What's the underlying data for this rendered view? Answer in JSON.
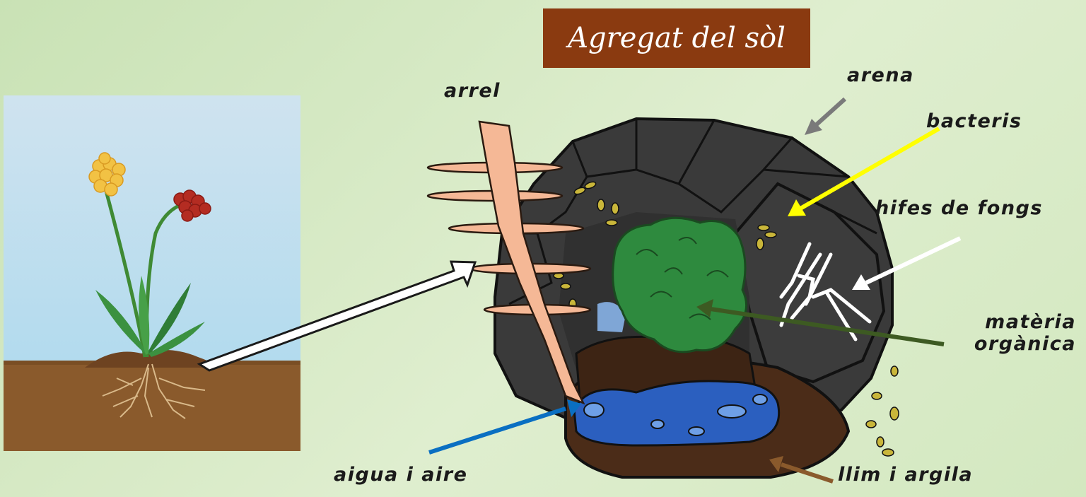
{
  "title": "Agregat del sòl",
  "labels": {
    "arrel": "arrel",
    "arena": "arena",
    "bacteris": "bacteris",
    "hifes": "hifes de fongs",
    "materia_line1": "matèria",
    "materia_line2": "orgànica",
    "aigua": "aigua i aire",
    "llim": "llim i argila"
  },
  "colors": {
    "title_bg": "#8a3a10",
    "arrow_arena": "#7a7a7a",
    "arrow_bacteris": "#ffff00",
    "arrow_hifes": "#ffffff",
    "arrow_materia": "#3d5a22",
    "arrow_aigua": "#0a6fc2",
    "arrow_llim": "#8a5a2c"
  }
}
